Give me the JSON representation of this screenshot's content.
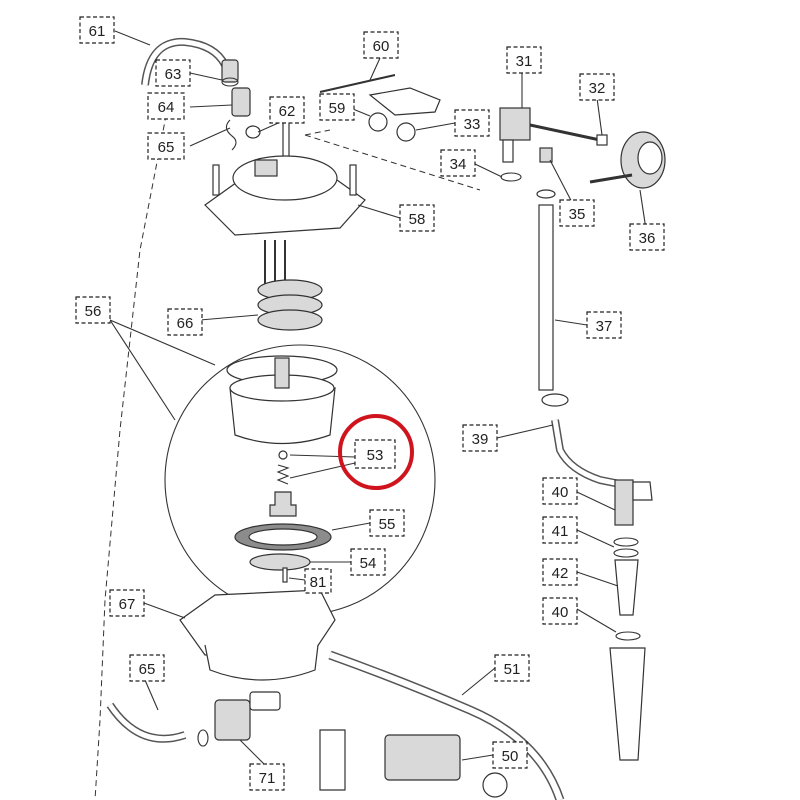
{
  "callouts": [
    {
      "id": "61",
      "text": "61"
    },
    {
      "id": "63",
      "text": "63"
    },
    {
      "id": "64",
      "text": "64"
    },
    {
      "id": "65a",
      "text": "65"
    },
    {
      "id": "62",
      "text": "62"
    },
    {
      "id": "60",
      "text": "60"
    },
    {
      "id": "59",
      "text": "59"
    },
    {
      "id": "33",
      "text": "33"
    },
    {
      "id": "31",
      "text": "31"
    },
    {
      "id": "32",
      "text": "32"
    },
    {
      "id": "34",
      "text": "34"
    },
    {
      "id": "35",
      "text": "35"
    },
    {
      "id": "36",
      "text": "36"
    },
    {
      "id": "58",
      "text": "58"
    },
    {
      "id": "56",
      "text": "56"
    },
    {
      "id": "66",
      "text": "66"
    },
    {
      "id": "37",
      "text": "37"
    },
    {
      "id": "39",
      "text": "39"
    },
    {
      "id": "53",
      "text": "53"
    },
    {
      "id": "40a",
      "text": "40"
    },
    {
      "id": "41",
      "text": "41"
    },
    {
      "id": "55",
      "text": "55"
    },
    {
      "id": "54",
      "text": "54"
    },
    {
      "id": "81",
      "text": "81"
    },
    {
      "id": "42",
      "text": "42"
    },
    {
      "id": "67",
      "text": "67"
    },
    {
      "id": "40b",
      "text": "40"
    },
    {
      "id": "65b",
      "text": "65"
    },
    {
      "id": "51",
      "text": "51"
    },
    {
      "id": "50",
      "text": "50"
    },
    {
      "id": "71",
      "text": "71"
    }
  ],
  "highlight": {
    "target": "53",
    "color": "#d0141e"
  }
}
